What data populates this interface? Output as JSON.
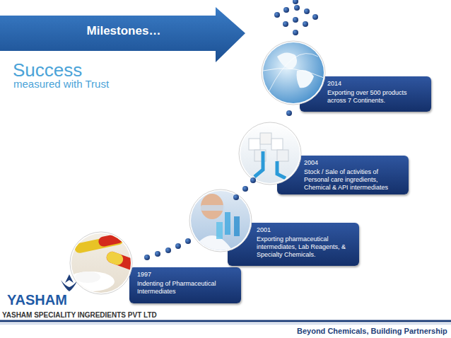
{
  "diagram": {
    "title": "Milestones…",
    "nodes": [
      {
        "text": [
          "1997",
          "Indenting of Pharmaceutical Intermediates"
        ]
      },
      {
        "text": [
          "2001",
          "Exporting pharmaceutical intermediates, Lab Reagents, & Specialty Chemicals."
        ]
      },
      {
        "text": [
          "2004",
          "Stock / Sale of activities of Personal care ingredients, Chemical & API intermediates"
        ]
      },
      {
        "text": [
          "2014",
          "Exporting over 500 products across 7 Continents."
        ]
      }
    ],
    "labels": [
      "Success",
      "measured with Trust",
      "YASHAM",
      "YASHAM SPECIALITY INGREDIENTS PVT LTD",
      "Beyond Chemicals, Building Partnership"
    ]
  }
}
